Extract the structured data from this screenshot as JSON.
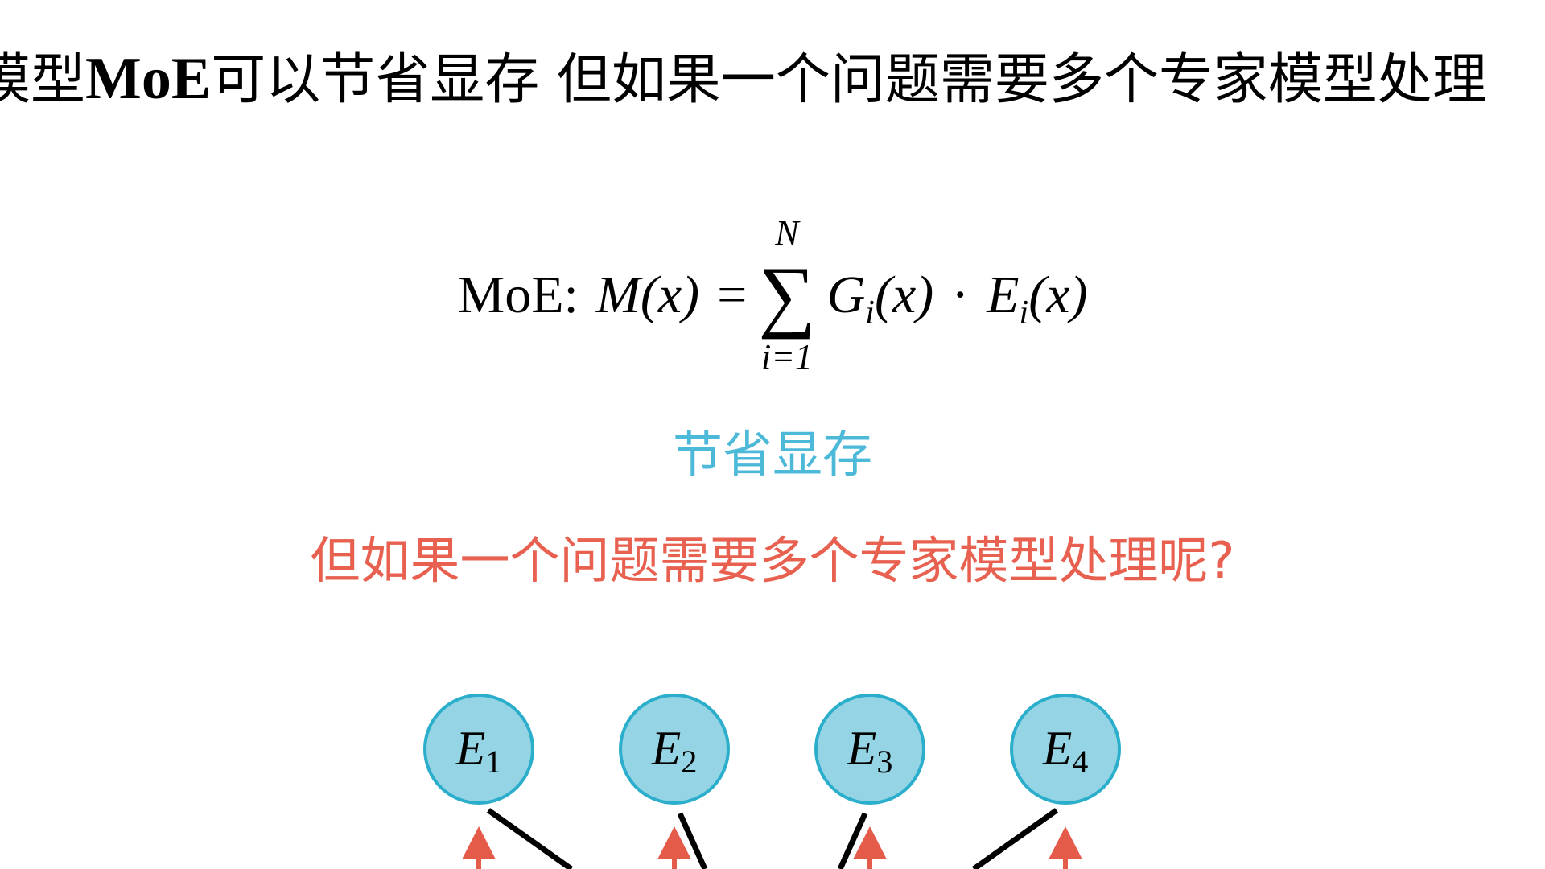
{
  "title": {
    "prefix": "模型",
    "bold": "MoE",
    "suffix": "可以节省显存 但如果一个问题需要多个专家模型处理"
  },
  "formula": {
    "label": "MoE:",
    "lhs": "M(x)",
    "equals": "=",
    "sum_symbol": "∑",
    "upper": "N",
    "lower": "i=1",
    "gate": "G",
    "expert": "E",
    "index": "i",
    "arg": "(x)",
    "dot": "·"
  },
  "highlight": "节省显存",
  "question": "但如果一个问题需要多个专家模型处理呢?",
  "experts": [
    {
      "name": "E",
      "sub": "1"
    },
    {
      "name": "E",
      "sub": "2"
    },
    {
      "name": "E",
      "sub": "3"
    },
    {
      "name": "E",
      "sub": "4"
    }
  ],
  "colors": {
    "highlight": "#4db9d9",
    "question": "#e8604f",
    "node_fill": "#94d4e4",
    "node_stroke": "#2aaecb",
    "arrow": "#e55b4a"
  }
}
